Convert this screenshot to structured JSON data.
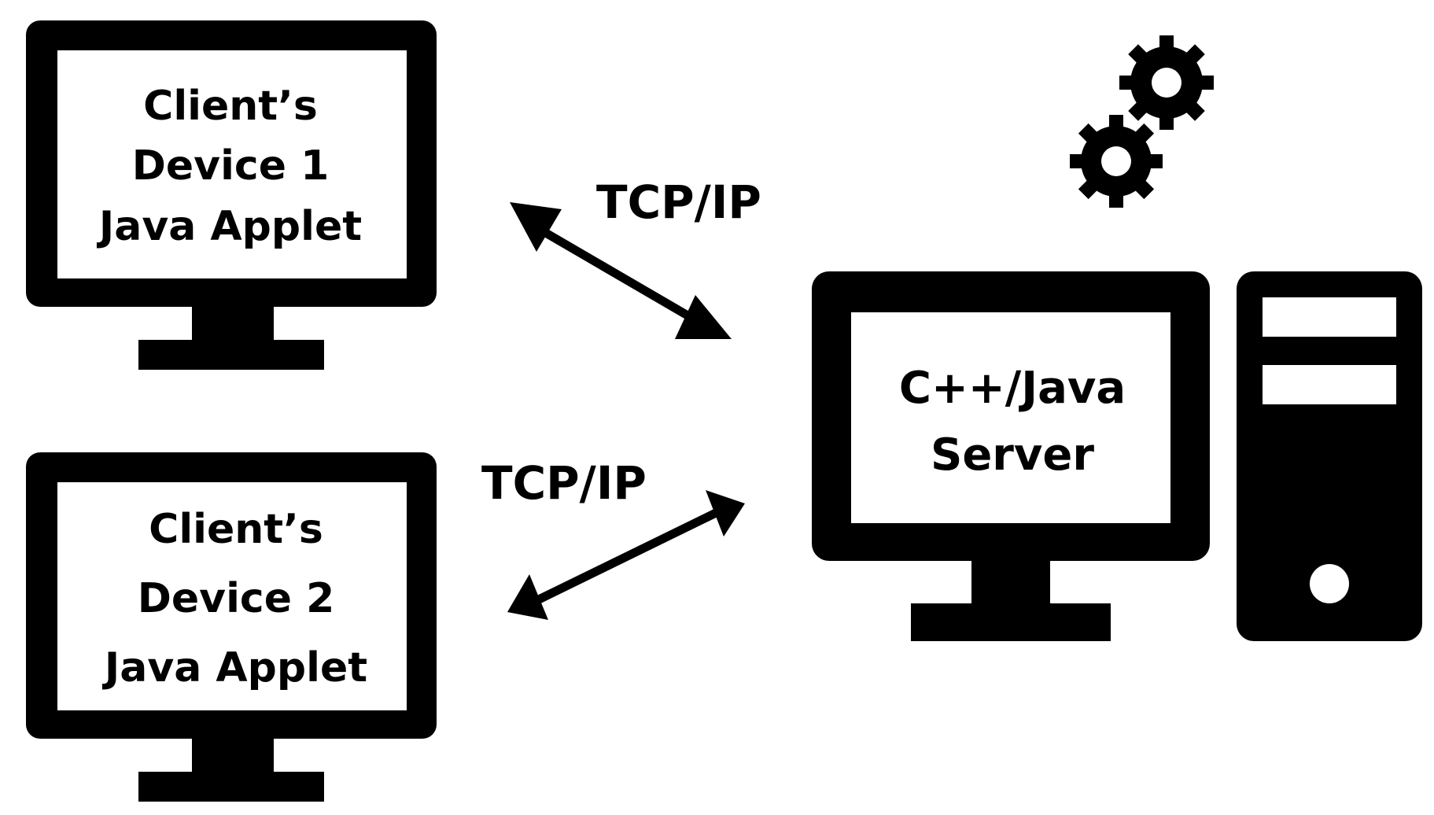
{
  "diagram": {
    "client1": {
      "line1": "Client’s",
      "line2": "Device 1",
      "line3": "Java Applet"
    },
    "client2": {
      "line1": "Client’s",
      "line2": "Device 2",
      "line3": "Java Applet"
    },
    "server": {
      "line1": "C++/Java",
      "line2": "Server"
    },
    "link1_label": "TCP/IP",
    "link2_label": "TCP/IP",
    "colors": {
      "foreground": "#000000",
      "background": "#ffffff"
    },
    "icons": [
      "monitor-icon",
      "tower-icon",
      "gears-icon",
      "double-arrow-icon"
    ]
  }
}
